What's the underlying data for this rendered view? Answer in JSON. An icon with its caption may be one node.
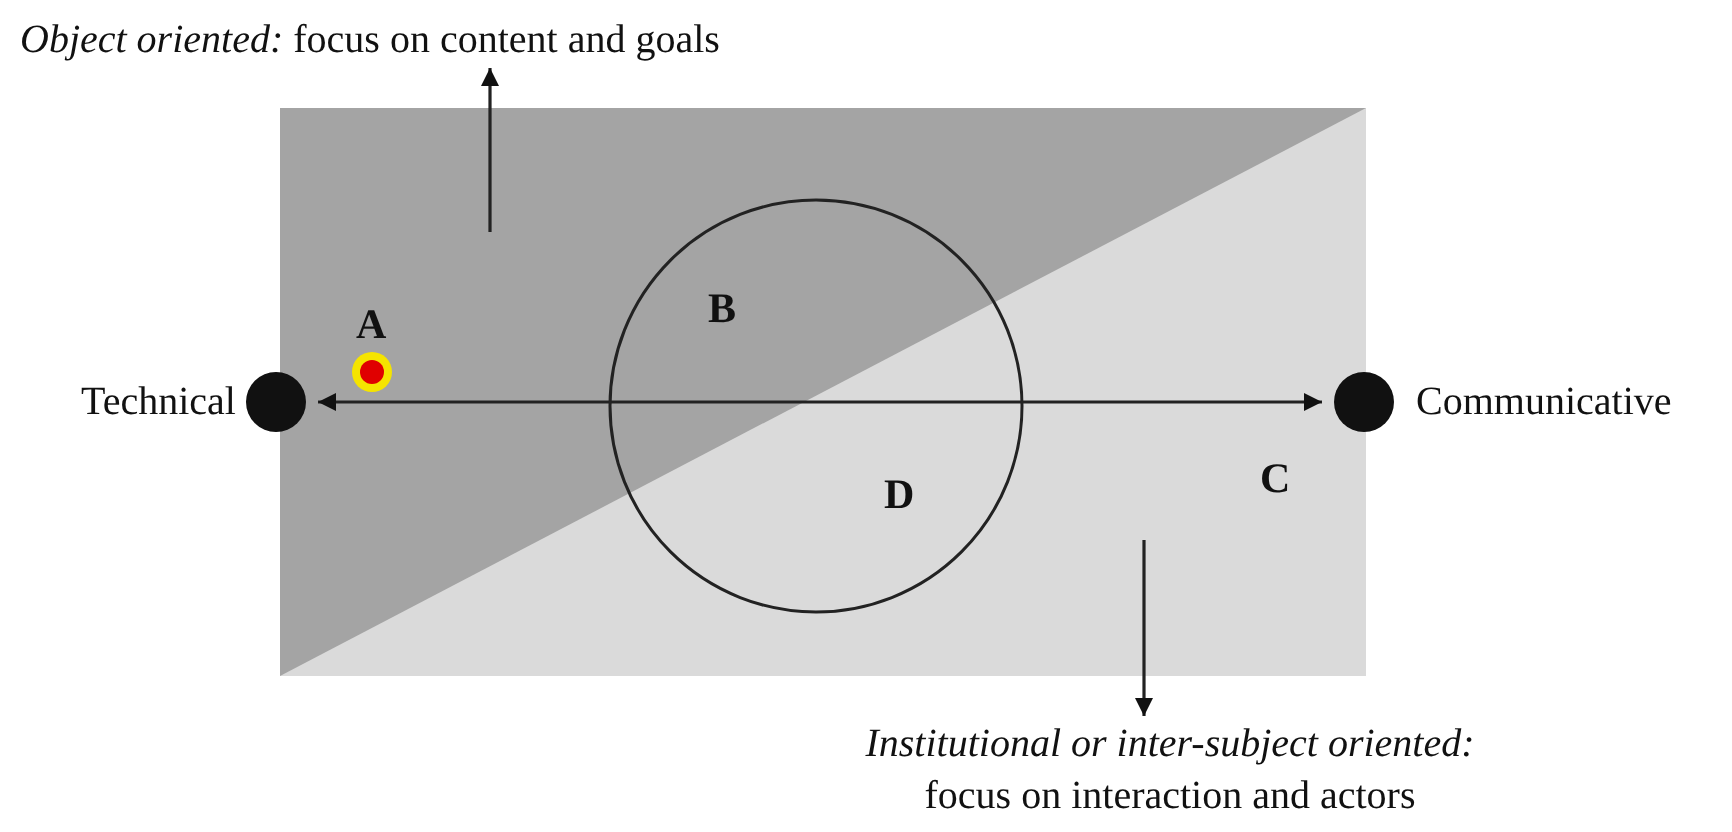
{
  "diagram": {
    "nodes": [
      {
        "text": [
          "*Object oriented:* focus on content and goals"
        ]
      },
      {
        "text": [],
        "shape": "circle",
        "beside": [
          "Technical"
        ]
      },
      {
        "text": [],
        "shape": "circle",
        "beside": [
          "Communicative"
        ]
      },
      {
        "text": [
          "*Institutional or inter-subject oriented:* focus on interaction and actors"
        ]
      }
    ],
    "edges": [
      {
        "from": null,
        "to": 0,
        "arrow": "to"
      },
      {
        "from": 1,
        "to": 2,
        "arrow": "both"
      },
      {
        "from": null,
        "to": 3,
        "arrow": "to"
      }
    ],
    "labels": [
      "A",
      "B",
      "C",
      "D"
    ]
  }
}
